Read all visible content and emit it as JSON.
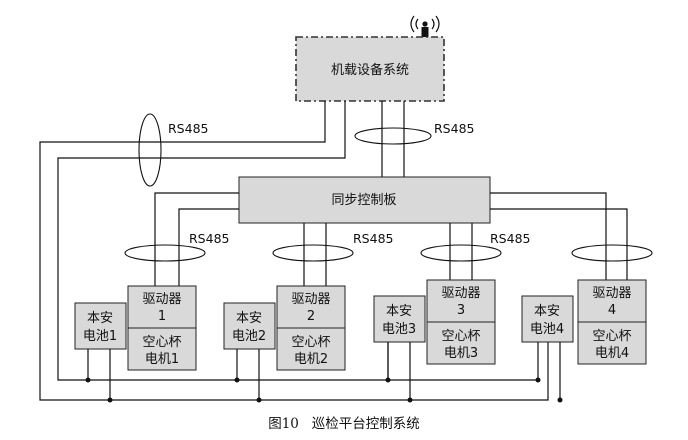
{
  "diagram": {
    "onboard_system": "机载设备系统",
    "sync_board": "同步控制板",
    "bus_label": "RS485",
    "units": [
      {
        "driver": [
          "驱动器",
          "1"
        ],
        "motor": [
          "空心杯",
          "电机1"
        ],
        "battery": [
          "本安",
          "电池1"
        ]
      },
      {
        "driver": [
          "驱动器",
          "2"
        ],
        "motor": [
          "空心杯",
          "电机2"
        ],
        "battery": [
          "本安",
          "电池2"
        ]
      },
      {
        "driver": [
          "驱动器",
          "3"
        ],
        "motor": [
          "空心杯",
          "电机3"
        ],
        "battery": [
          "本安",
          "电池3"
        ]
      },
      {
        "driver": [
          "驱动器",
          "4"
        ],
        "motor": [
          "空心杯",
          "电机4"
        ],
        "battery": [
          "本安",
          "电池4"
        ]
      }
    ],
    "caption": "图10   巡检平台控制系统"
  },
  "icons": {
    "antenna": "wireless-antenna-icon"
  }
}
